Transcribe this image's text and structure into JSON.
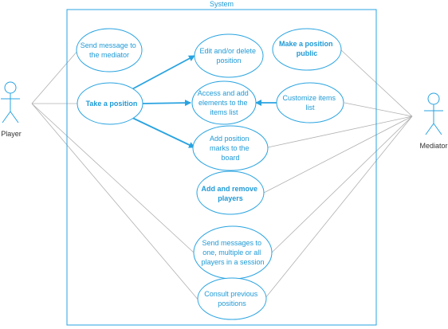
{
  "colors": {
    "accent": "#29a3e0",
    "text": "#1f9ad6",
    "actor": "#29a3e0",
    "association": "#aaaaaa",
    "actor_label": "#333333"
  },
  "system": {
    "title": "System"
  },
  "actors": {
    "player": {
      "label": "Player",
      "icon": "stick-figure"
    },
    "mediator": {
      "label": "Mediator",
      "icon": "stick-figure"
    }
  },
  "use_cases": {
    "send_message_mediator": {
      "lines": [
        "Send message to",
        "the mediator"
      ],
      "bold": false
    },
    "take_position": {
      "lines": [
        "Take a position"
      ],
      "bold": true
    },
    "edit_delete_position": {
      "lines": [
        "Edit and/or delete",
        "position"
      ],
      "bold": false
    },
    "access_add_elements": {
      "lines": [
        "Access and add",
        "elements to the",
        "items list"
      ],
      "bold": false
    },
    "add_position_marks": {
      "lines": [
        "Add position",
        "marks to the",
        "board"
      ],
      "bold": false
    },
    "make_position_public": {
      "lines": [
        "Make a position",
        "public"
      ],
      "bold": true
    },
    "customize_items_list": {
      "lines": [
        "Customize items",
        "list"
      ],
      "bold": false
    },
    "add_remove_players": {
      "lines": [
        "Add and remove",
        "players"
      ],
      "bold": true
    },
    "send_messages_players": {
      "lines": [
        "Send messages to",
        "one, multiple or all",
        "players in a session"
      ],
      "bold": false
    },
    "consult_previous": {
      "lines": [
        "Consult previous",
        "positions"
      ],
      "bold": false
    }
  }
}
